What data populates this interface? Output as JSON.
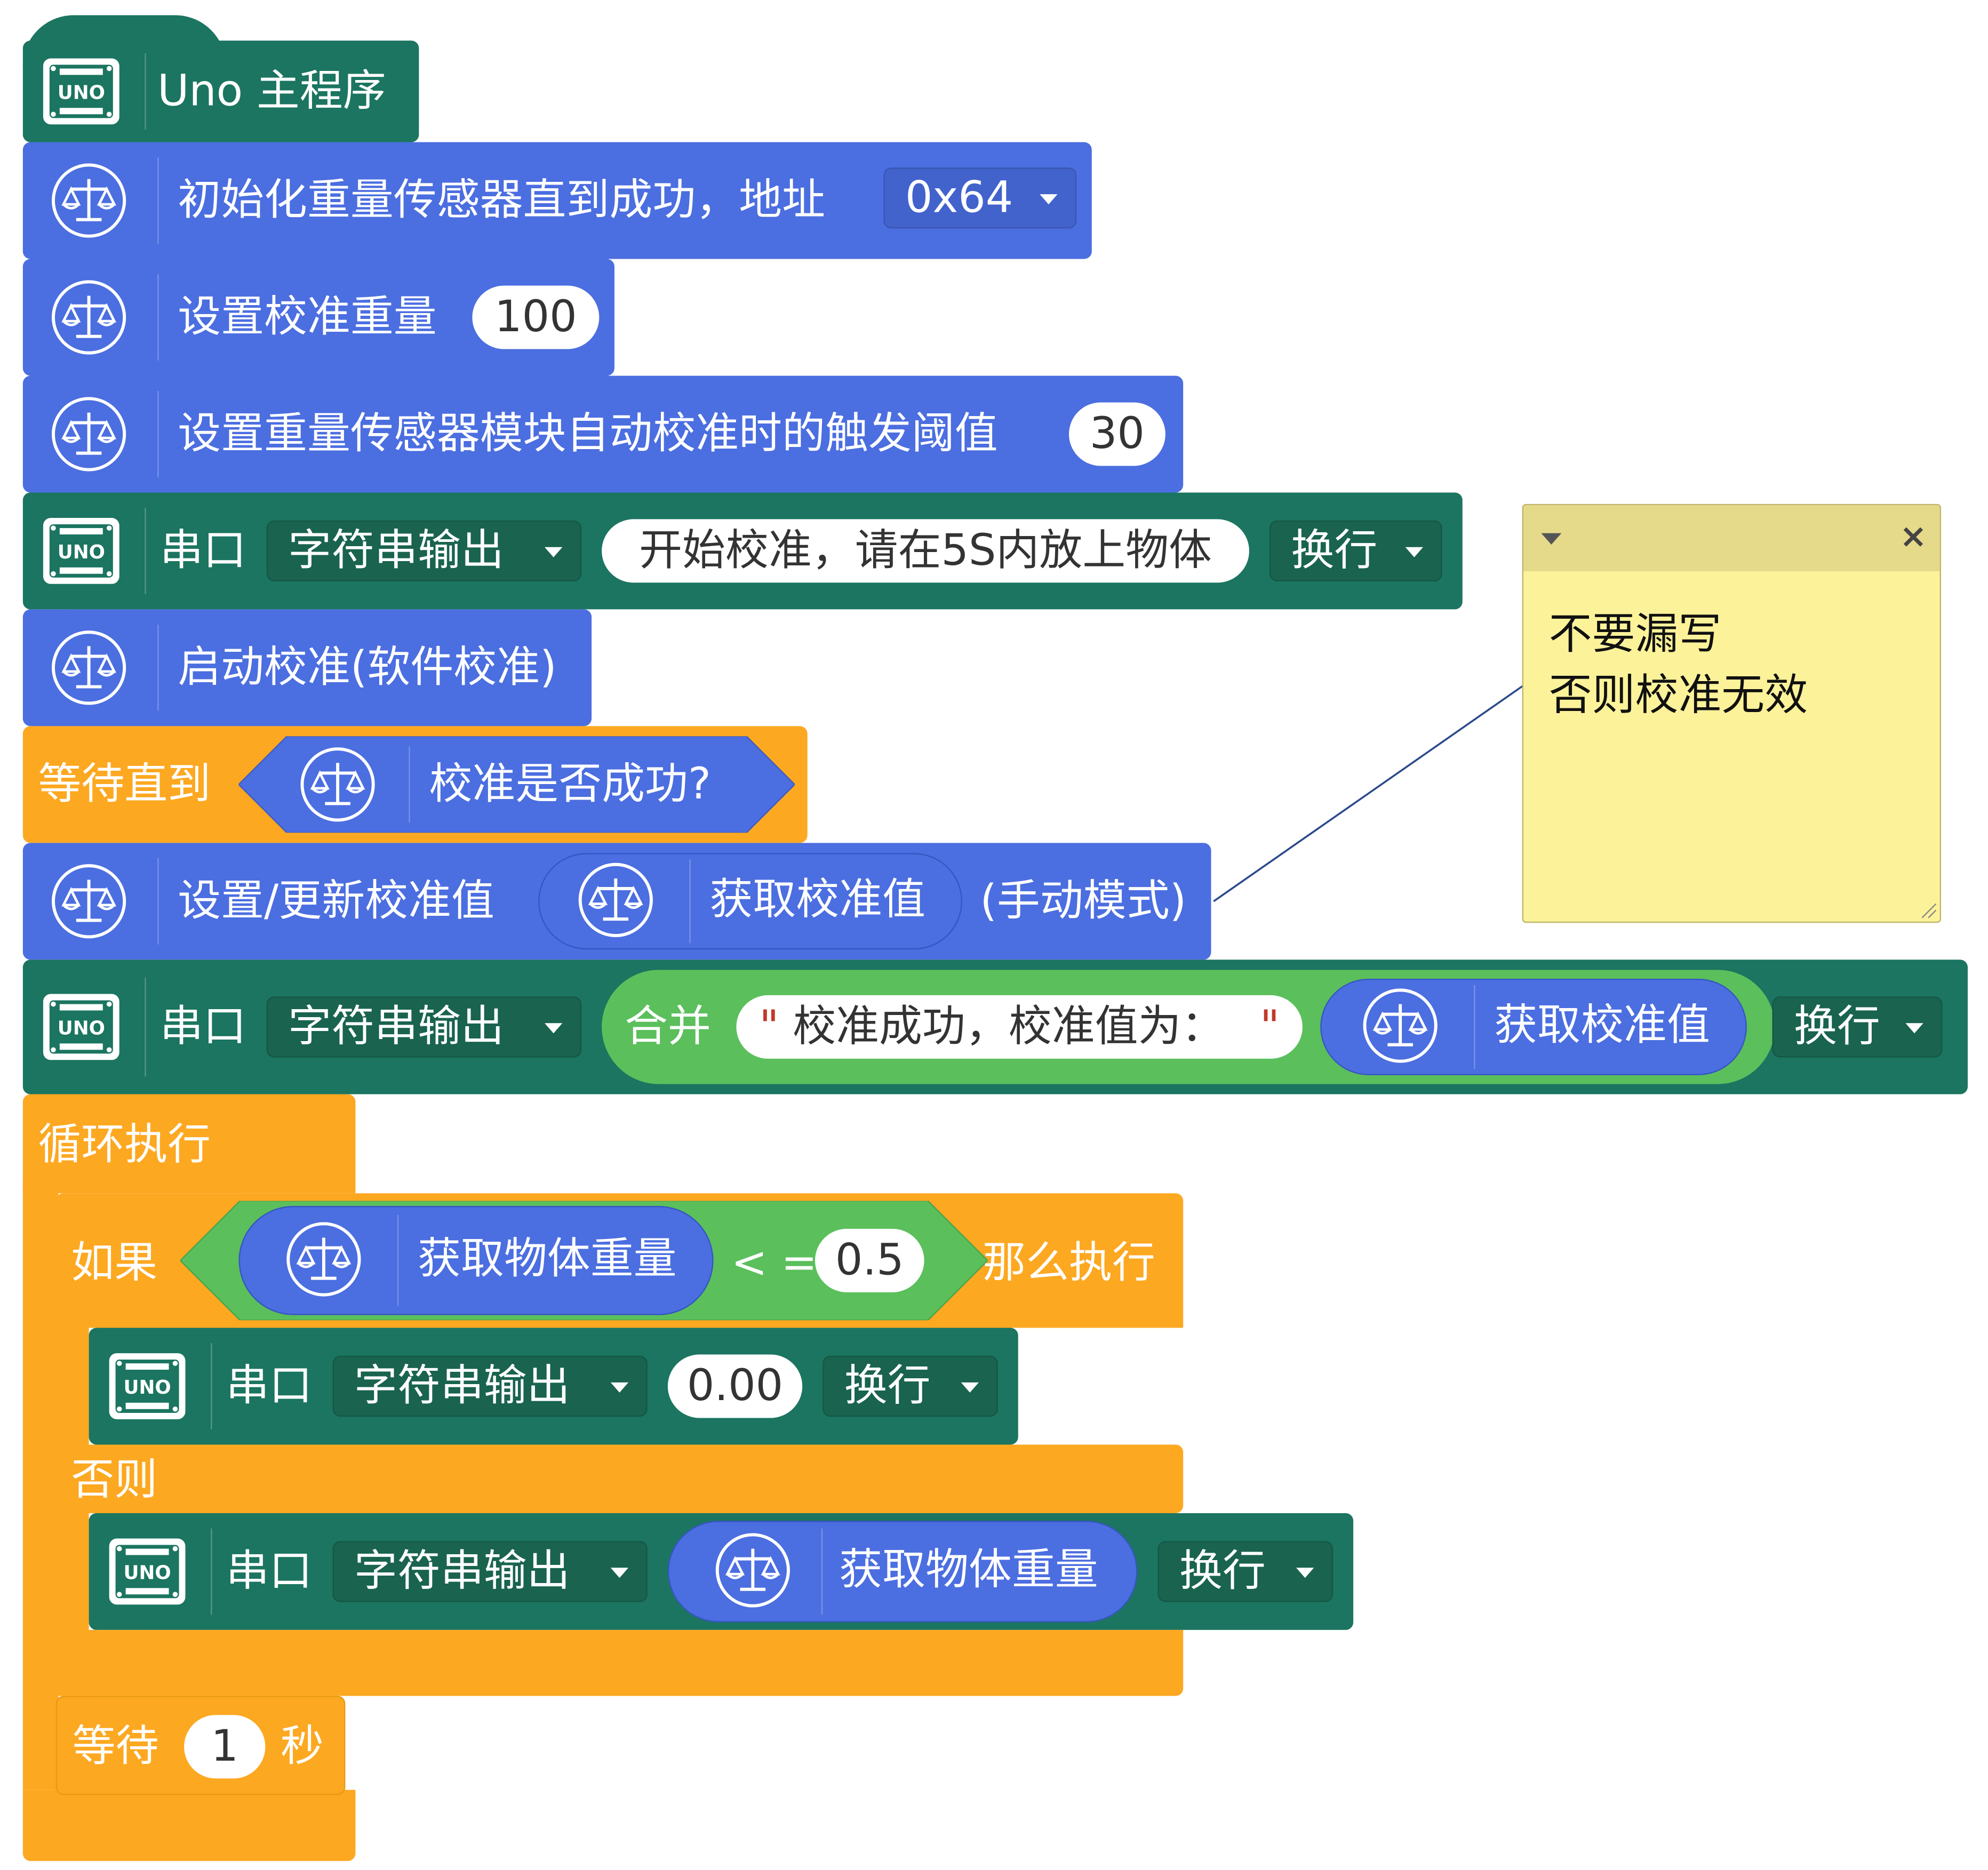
{
  "main": {
    "title": "Uno 主程序",
    "init": {
      "text": "初始化重量传感器直到成功，地址",
      "address": "0x64"
    },
    "cal_weight": {
      "text": "设置校准重量",
      "value": "100"
    },
    "threshold": {
      "text": "设置重量传感器模块自动校准时的触发阈值",
      "value": "30"
    },
    "serial1": {
      "label": "串口",
      "mode": "字符串输出",
      "text": "开始校准，请在5S内放上物体",
      "newline": "换行"
    },
    "start_cal": {
      "text": "启动校准(软件校准)"
    },
    "wait_until": {
      "text": "等待直到",
      "cond": "校准是否成功?"
    },
    "set_cal": {
      "text": "设置/更新校准值",
      "reporter": "获取校准值",
      "suffix": "(手动模式)"
    },
    "serial2": {
      "label": "串口",
      "mode": "字符串输出",
      "join": "合并",
      "quote_l": "\"",
      "string": "校准成功，校准值为：",
      "quote_r": "\"",
      "reporter": "获取校准值",
      "newline": "换行"
    }
  },
  "loop": {
    "label": "循环执行",
    "if": {
      "label": "如果",
      "reporter": "获取物体重量",
      "op": "< =",
      "value": "0.5",
      "then": "那么执行",
      "serial_a": {
        "label": "串口",
        "mode": "字符串输出",
        "value": "0.00",
        "newline": "换行"
      },
      "else": "否则",
      "serial_b": {
        "label": "串口",
        "mode": "字符串输出",
        "reporter": "获取物体重量",
        "newline": "换行"
      }
    },
    "wait": {
      "label": "等待",
      "value": "1",
      "unit": "秒"
    }
  },
  "note": {
    "line1": "不要漏写",
    "line2": "否则校准无效"
  },
  "icons": {
    "board": "uno-board-icon",
    "sensor": "weight-scale-icon",
    "dropdown": "dropdown-arrow-icon",
    "note_collapse": "collapse-icon",
    "note_close": "close-icon",
    "note_resize": "resize-grip-icon"
  },
  "colors": {
    "board_green": "#1b7560",
    "sensor_blue": "#4b6ee0",
    "control_orange": "#fda821",
    "operator_green": "#5bbf5c",
    "note_yellow": "#fcf29a"
  }
}
